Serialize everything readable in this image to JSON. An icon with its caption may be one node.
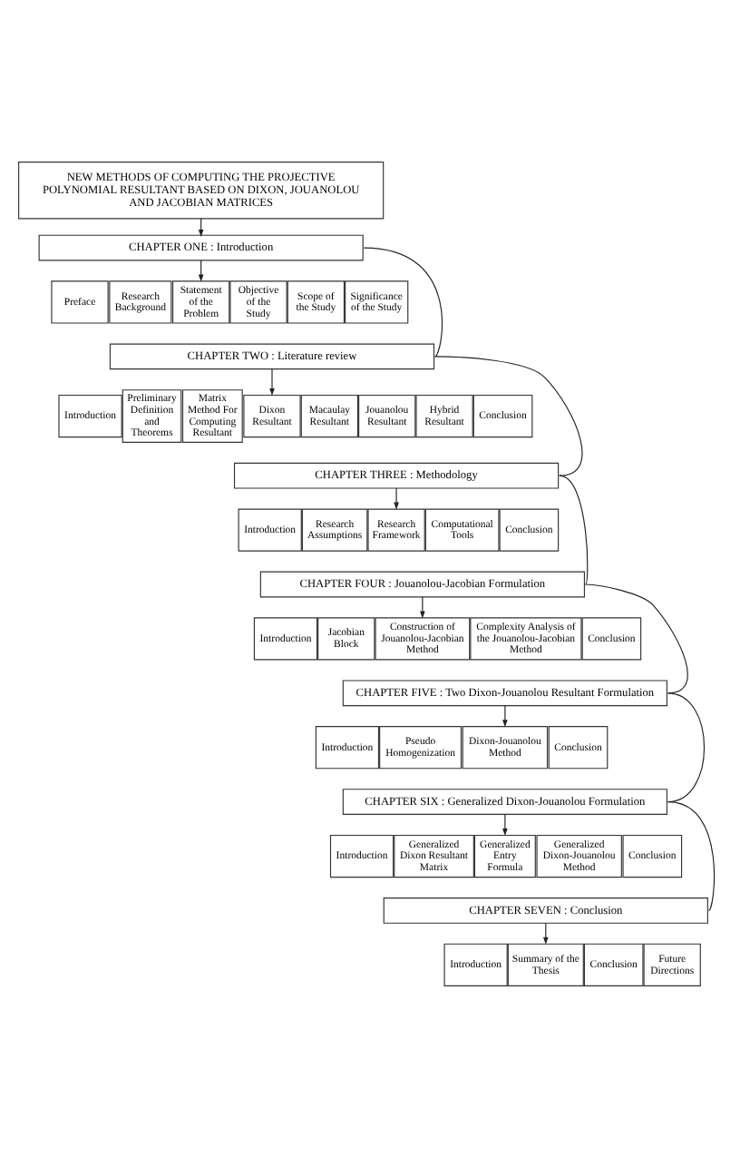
{
  "diagram": {
    "nodes": [
      {
        "text": [
          "NEW METHODS OF COMPUTING THE PROJECTIVE POLYNOMIAL RESULTANT BASED ON DIXON, JOUANOLOU AND JACOBIAN MATRICES"
        ]
      },
      {
        "text": [
          "CHAPTER ONE : Introduction"
        ]
      },
      {
        "text": [
          "Preface"
        ]
      },
      {
        "text": [
          "Research Background"
        ]
      },
      {
        "text": [
          "Statement of the Problem"
        ]
      },
      {
        "text": [
          "Objective of the Study"
        ]
      },
      {
        "text": [
          "Scope of the Study"
        ]
      },
      {
        "text": [
          "Significance of the Study"
        ]
      },
      {
        "text": [
          "CHAPTER TWO : Literature review"
        ]
      },
      {
        "text": [
          "Introduction"
        ]
      },
      {
        "text": [
          "Preliminary Definition and Theorems"
        ]
      },
      {
        "text": [
          "Matrix Method For Computing Resultant"
        ]
      },
      {
        "text": [
          "Dixon Resultant"
        ]
      },
      {
        "text": [
          "Macaulay Resultant"
        ]
      },
      {
        "text": [
          "Jouanolou Resultant"
        ]
      },
      {
        "text": [
          "Hybrid Resultant"
        ]
      },
      {
        "text": [
          "Conclusion"
        ]
      },
      {
        "text": [
          "CHAPTER THREE : Methodology"
        ]
      },
      {
        "text": [
          "Introduction"
        ]
      },
      {
        "text": [
          "Research Assumptions"
        ]
      },
      {
        "text": [
          "Research Framework"
        ]
      },
      {
        "text": [
          "Computational Tools"
        ]
      },
      {
        "text": [
          "Conclusion"
        ]
      },
      {
        "text": [
          "CHAPTER FOUR : Jouanolou-Jacobian Formulation"
        ]
      },
      {
        "text": [
          "Introduction"
        ]
      },
      {
        "text": [
          "Jacobian Block"
        ]
      },
      {
        "text": [
          "Construction of Jouanolou-Jacobian Method"
        ]
      },
      {
        "text": [
          "Complexity Analysis of the Jouanolou-Jacobian Method"
        ]
      },
      {
        "text": [
          "Conclusion"
        ]
      },
      {
        "text": [
          "CHAPTER FIVE : Two Dixon-Jouanolou Resultant Formulation"
        ]
      },
      {
        "text": [
          "Introduction"
        ]
      },
      {
        "text": [
          "Pseudo Homogenization"
        ]
      },
      {
        "text": [
          "Dixon-Jouanolou Method"
        ]
      },
      {
        "text": [
          "Conclusion"
        ]
      },
      {
        "text": [
          "CHAPTER SIX : Generalized Dixon-Jouanolou Formulation"
        ]
      },
      {
        "text": [
          "Introduction"
        ]
      },
      {
        "text": [
          "Generalized Dixon Resultant Matrix"
        ]
      },
      {
        "text": [
          "Generalized Entry Formula"
        ]
      },
      {
        "text": [
          "Generalized Dixon-Jouanolou Method"
        ]
      },
      {
        "text": [
          "Conclusion"
        ]
      },
      {
        "text": [
          "CHAPTER SEVEN : Conclusion"
        ]
      },
      {
        "text": [
          "Introduction"
        ]
      },
      {
        "text": [
          "Summary of the Thesis"
        ]
      },
      {
        "text": [
          "Conclusion"
        ]
      },
      {
        "text": [
          "Future Directions"
        ]
      }
    ],
    "edges": [
      {
        "from": 0,
        "to": 1,
        "arrow": "to"
      },
      {
        "from": 1,
        "to": 4,
        "arrow": "to"
      },
      {
        "from": 8,
        "to": 12,
        "arrow": "to"
      },
      {
        "from": 17,
        "to": 20,
        "arrow": "to"
      },
      {
        "from": 23,
        "to": 26,
        "arrow": "to"
      },
      {
        "from": 29,
        "to": 32,
        "arrow": "to"
      },
      {
        "from": 34,
        "to": 37,
        "arrow": "to"
      },
      {
        "from": 40,
        "to": 42,
        "arrow": "to"
      },
      {
        "from": 1,
        "to": 8,
        "arrow": "none"
      },
      {
        "from": 8,
        "to": 17,
        "arrow": "none"
      },
      {
        "from": 17,
        "to": 23,
        "arrow": "none"
      },
      {
        "from": 23,
        "to": 29,
        "arrow": "none"
      },
      {
        "from": 29,
        "to": 34,
        "arrow": "none"
      },
      {
        "from": 34,
        "to": 40,
        "arrow": "none"
      }
    ]
  }
}
